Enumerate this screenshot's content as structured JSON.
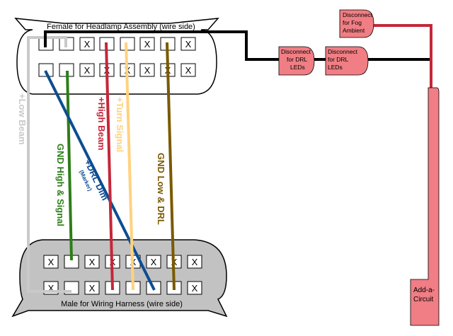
{
  "connectors": {
    "female_label": "Female for Headlamp Assembly (wire side)",
    "male_label": "Male for Wiring Harness (wire side)",
    "pin_x": "X"
  },
  "boxes": {
    "fog": [
      "Disconnect",
      "for Fog",
      "Ambient"
    ],
    "drl_left": [
      "Disconnect",
      "for DRL",
      "LEDs"
    ],
    "drl_right": [
      "Disconnect",
      "for DRL",
      "LEDs"
    ],
    "add_a_circuit": [
      "Add-a-",
      "Circuit"
    ]
  },
  "wires": {
    "low_beam": "+Low Beam",
    "gnd_high_signal": "GND High & Signal",
    "drl_dim": "+DRL Dim",
    "drl_dim_sub": "(Marker)",
    "high_beam": "+High Beam",
    "turn_signal": "+Turn Signal",
    "gnd_low_drl": "GND Low & DRL"
  },
  "colors": {
    "black": "#000000",
    "gray_wire": "#c9c9c9",
    "green": "#2e7d1a",
    "blue": "#0d4d92",
    "red": "#c4273a",
    "yellow": "#ffd27f",
    "olive": "#7a5a00",
    "pink_box": "#f07e84",
    "male_fill": "#c2c2c2"
  }
}
